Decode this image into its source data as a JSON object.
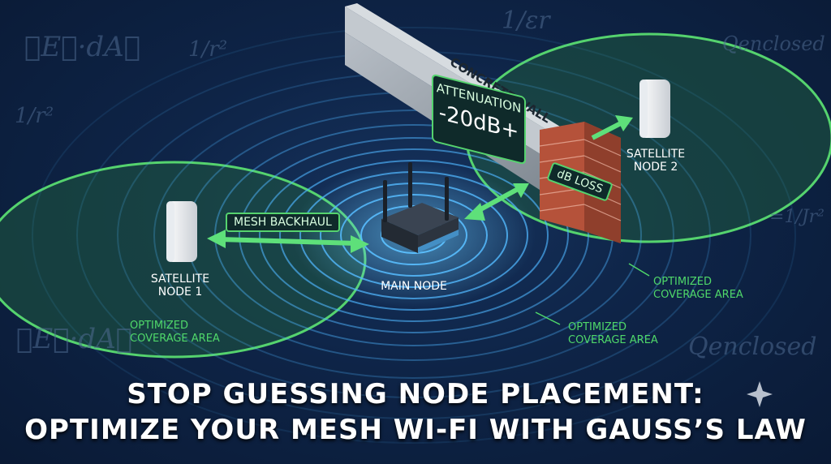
{
  "math": {
    "gauss_top": "∮E⃗·dA⃗",
    "inv_r2_top": "1/r²",
    "inv_r2_left": "1/r²",
    "inv_eps": "1/εr",
    "q_enclosed_top": "Qenclosed",
    "inv_r2_right": "=1/Jr²",
    "gauss_bottom": "∮E⃗·dA⃗",
    "q_enclosed_bottom": "Qenclosed"
  },
  "labels": {
    "concrete_wall": "CONCRETE WALL",
    "attenuation_title": "ATTENUATION",
    "attenuation_value": "-20dB+",
    "db_loss": "dB LOSS",
    "mesh_backhaul": "MESH BACKHAUL",
    "satellite_node_2": "SATELLITE\nNODE 2",
    "satellite_node_1": "SATELLITE\nNODE 1",
    "main_node": "MAIN NODE",
    "coverage_left": "OPTIMIZED\nCOVERAGE AREA",
    "coverage_center": "OPTIMIZED\nCOVERAGE AREA",
    "coverage_right": "OPTIMIZED\nCOVERAGE AREA"
  },
  "headline": {
    "line1": "STOP GUESSING NODE PLACEMENT:",
    "line2": "OPTIMIZE YOUR MESH WI-FI WITH GAUSS’S LAW"
  },
  "colors": {
    "background": "#0e2447",
    "coverage_green": "#4fd86a",
    "wave_blue": "#4fb6ff",
    "brick": "#b5523a",
    "concrete": "#9aa3ad"
  }
}
